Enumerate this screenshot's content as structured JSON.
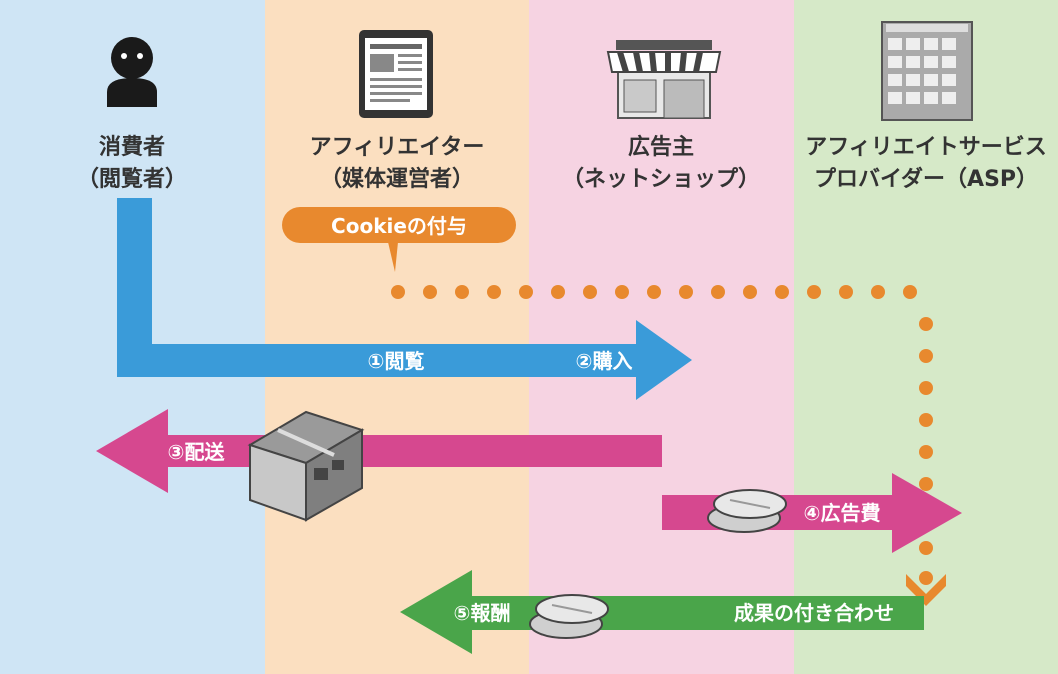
{
  "columns": [
    {
      "id": "consumer",
      "line1": "消費者",
      "line2": "（閲覧者）",
      "color": "#cfe5f5"
    },
    {
      "id": "affiliate",
      "line1": "アフィリエイター",
      "line2": "（媒体運営者）",
      "color": "#fbdfc0"
    },
    {
      "id": "advertiser",
      "line1": "広告主",
      "line2": "（ネットショップ）",
      "color": "#f6d3e2"
    },
    {
      "id": "asp",
      "line1": "アフィリエイトサービス",
      "line2": "プロバイダー（ASP）",
      "color": "#d6e9c8"
    }
  ],
  "cookie": {
    "label": "Cookieの付与",
    "color": "#e8892e"
  },
  "arrows": {
    "view": {
      "label": "①閲覧",
      "color": "#3a9bd9"
    },
    "purchase": {
      "label": "②購入"
    },
    "delivery": {
      "label": "③配送",
      "color": "#d6488f"
    },
    "ad_fee": {
      "label": "④広告費",
      "color": "#d6488f"
    },
    "reward": {
      "label": "⑤報酬",
      "color": "#4aa54a"
    },
    "matching": {
      "label": "成果の付き合わせ"
    }
  },
  "icons": [
    "person-icon",
    "tablet-icon",
    "shop-icon",
    "building-icon",
    "package-icon",
    "coins-icon"
  ]
}
